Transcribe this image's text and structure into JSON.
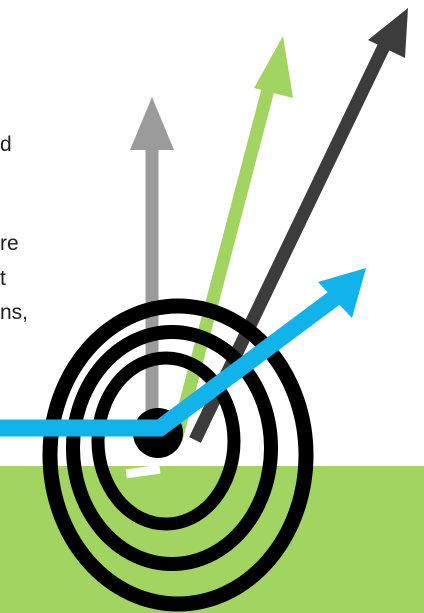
{
  "text_fragments": [
    "d",
    "re",
    "t",
    "ns,"
  ],
  "colors": {
    "ground": "#a2d462",
    "gray_arrow": "#9b9b9b",
    "green_arrow": "#a2d462",
    "dark_arrow": "#3c3c3c",
    "rings": "#000000",
    "blue_arrow": "#12b3ea",
    "background": "#ffffff"
  },
  "icons": {
    "target": "bullseye-target-icon",
    "upward_arrows": [
      "gray-arrow-icon",
      "green-arrow-icon",
      "dark-arrow-icon"
    ],
    "path_arrow": "blue-path-arrow-icon"
  }
}
